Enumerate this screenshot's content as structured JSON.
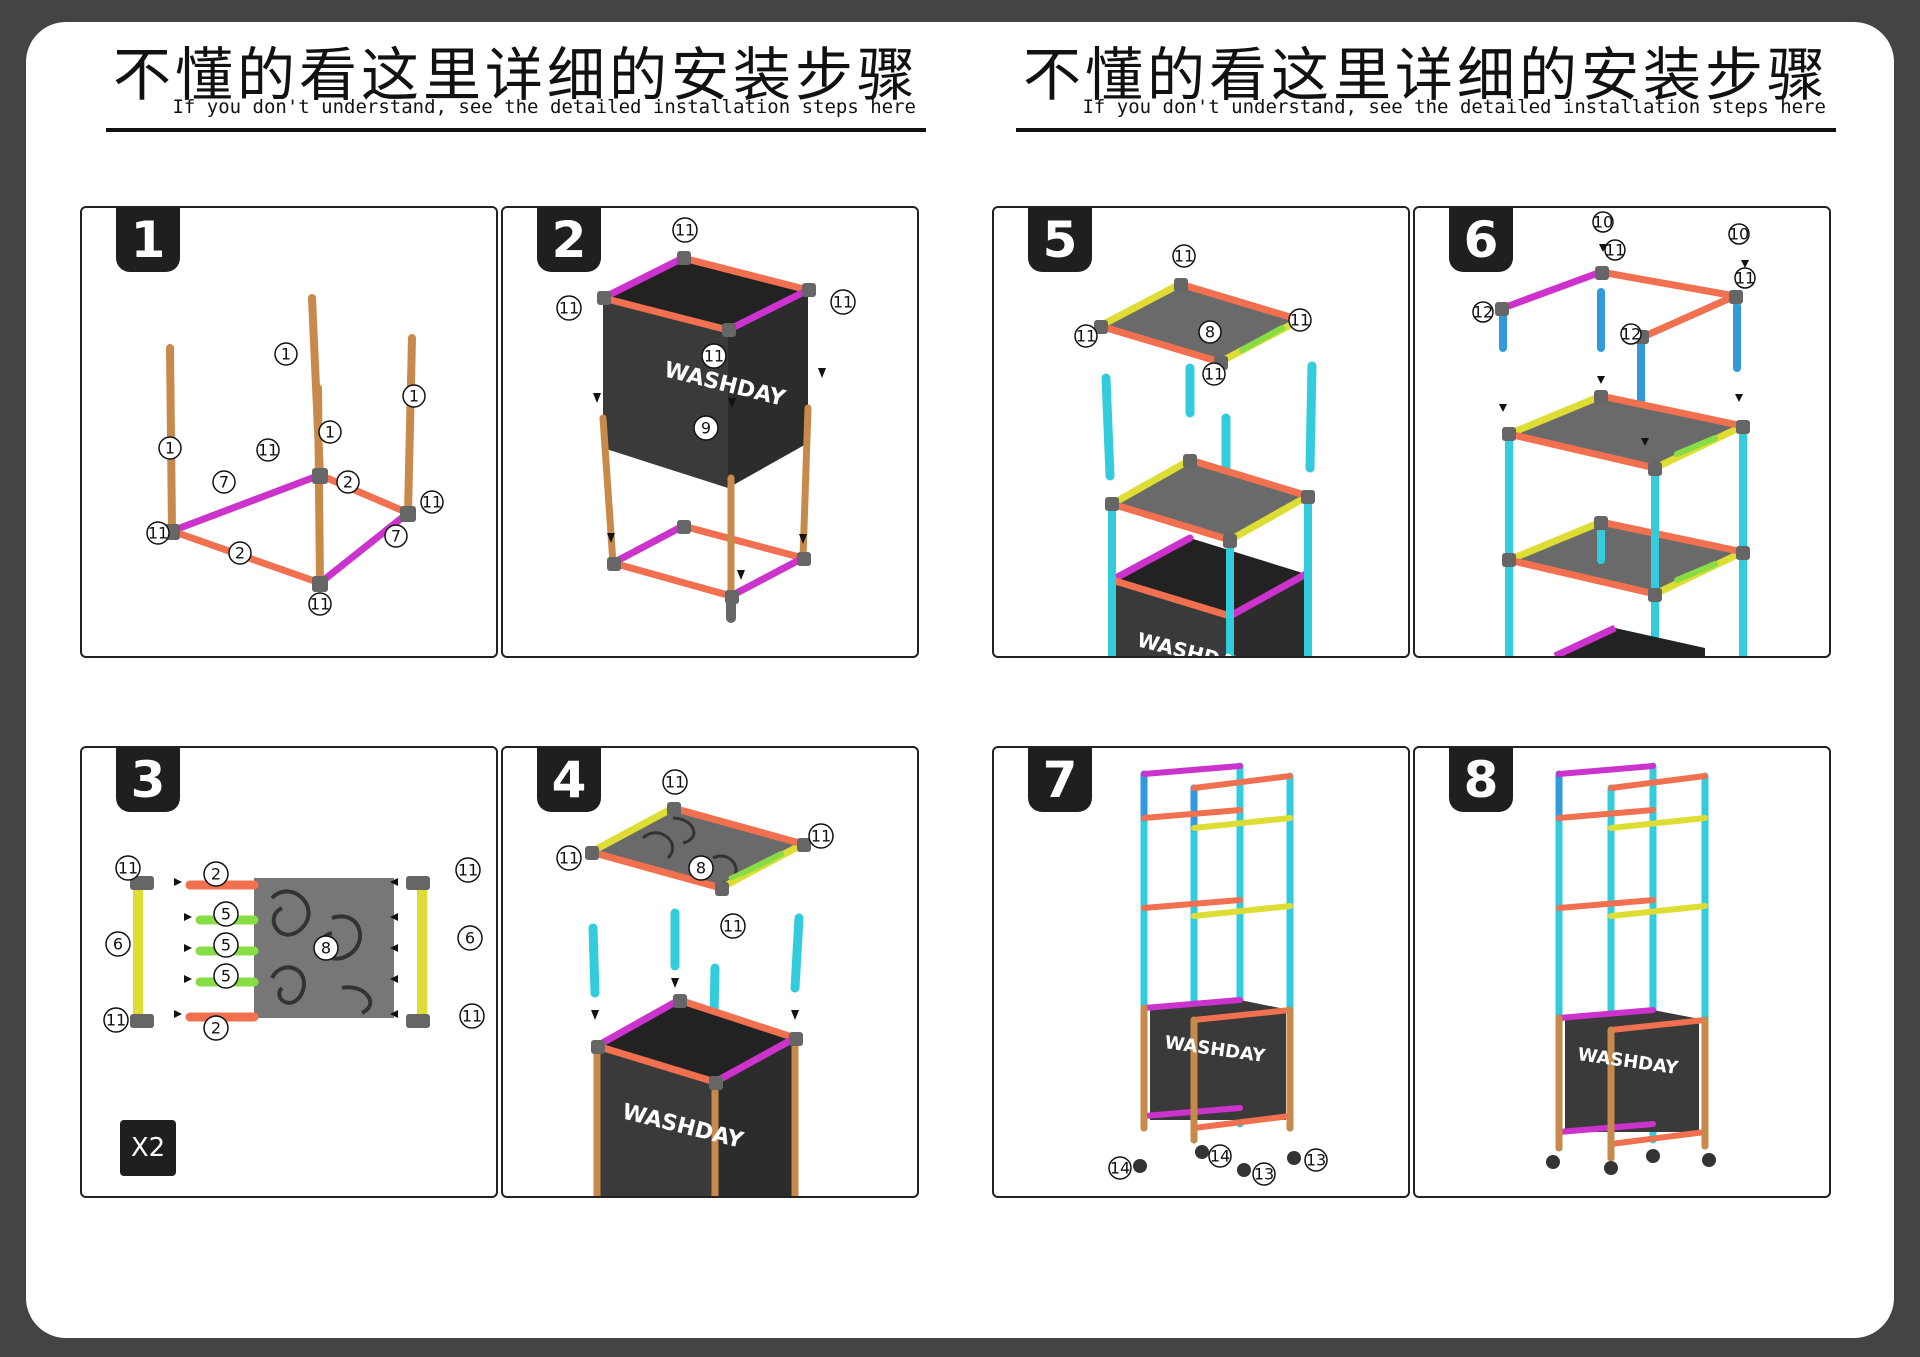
{
  "header": {
    "title_cn": "不懂的看这里详细的安装步骤",
    "subtitle_en": "If you don't understand, see the detailed installation steps here"
  },
  "steps": [
    {
      "number": "1"
    },
    {
      "number": "2",
      "brand": "WASHDAY"
    },
    {
      "number": "3",
      "multiplier": "X2"
    },
    {
      "number": "4",
      "brand": "WASHDAY"
    },
    {
      "number": "5",
      "brand": "WASHDAY"
    },
    {
      "number": "6"
    },
    {
      "number": "7",
      "brand": "WASHDAY"
    },
    {
      "number": "8",
      "brand": "WASHDAY"
    }
  ],
  "part_labels": {
    "p1": "1",
    "p2": "2",
    "p5": "5",
    "p6": "6",
    "p7": "7",
    "p8": "8",
    "p9": "9",
    "p10": "10",
    "p11": "11",
    "p12": "12",
    "p13": "13",
    "p14": "14"
  },
  "colors": {
    "magenta": "#cc33cc",
    "salmon": "#f07050",
    "wood": "#c88a4a",
    "cyan": "#33ccdd",
    "blue": "#3399dd",
    "yellow": "#dddd33",
    "green": "#88dd44",
    "joint": "#666666",
    "fabric": "#3a3a3a",
    "shelf": "#707070"
  }
}
